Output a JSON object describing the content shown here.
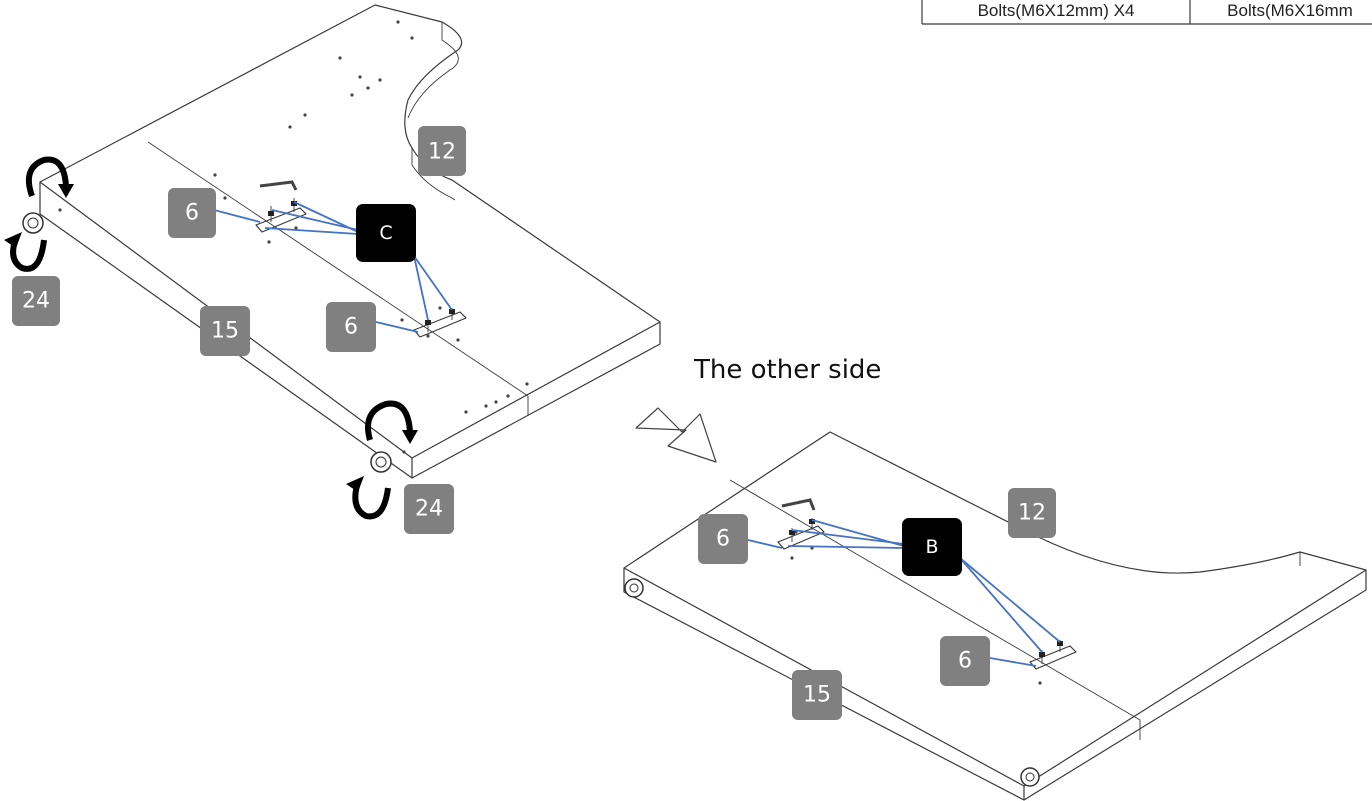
{
  "table": {
    "cell_left": "Bolts(M6X12mm) X4",
    "cell_right": "Bolts(M6X16mm"
  },
  "caption": "The other side",
  "left_view": {
    "part_top": "12",
    "part_front": "15",
    "screw_label_upper": "6",
    "screw_label_lower": "6",
    "bag_label": "C",
    "foot_left": "24",
    "foot_right": "24"
  },
  "right_view": {
    "part_top": "12",
    "part_front": "15",
    "screw_label_upper": "6",
    "screw_label_lower": "6",
    "bag_label": "B"
  },
  "colors": {
    "leader_line": "#4472c4",
    "label_grey": "#808080",
    "label_black": "#000000"
  },
  "icons": [
    "rotate-arrow-icon",
    "direction-arrow-icon",
    "hex-key-icon",
    "bolt-icon",
    "foot-pad-icon"
  ]
}
